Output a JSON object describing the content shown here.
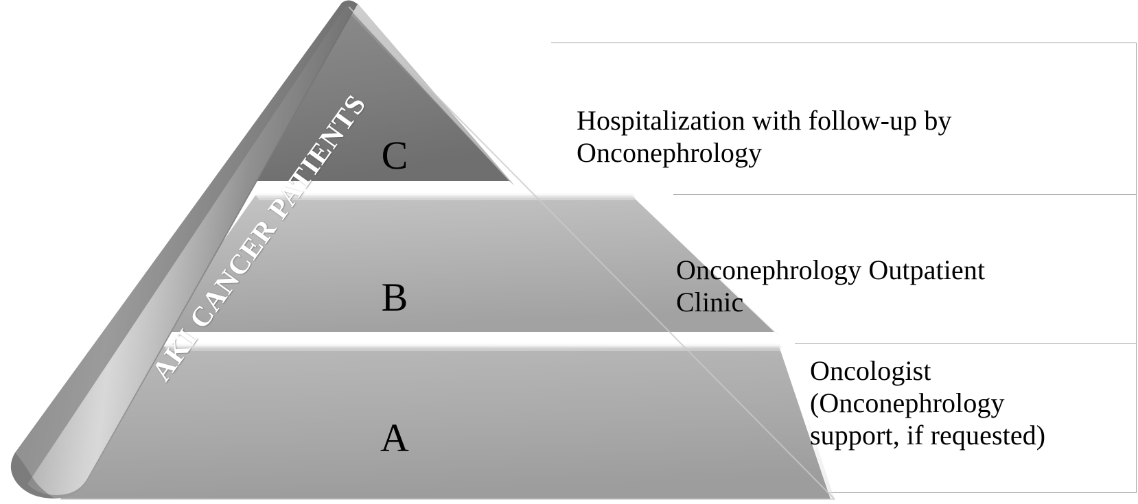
{
  "figure": {
    "title": "AKI Cancer Patients care-escalation pyramid",
    "background_color": "#ffffff"
  },
  "pyramid": {
    "side_label": "AKI CANCER PATIENTS",
    "side_label_color": "#ffffff",
    "tiers": [
      {
        "id": "C",
        "letter": "C",
        "position": "top",
        "fill_color": "#808080",
        "letter_color": "#000000"
      },
      {
        "id": "B",
        "letter": "B",
        "position": "middle",
        "fill_color": "#b3b3b3",
        "letter_color": "#000000"
      },
      {
        "id": "A",
        "letter": "A",
        "position": "base",
        "fill_color": "#a8a8a8",
        "letter_color": "#000000"
      }
    ]
  },
  "callouts": [
    {
      "tier": "C",
      "text": "Hospitalization with follow-up by\nOnconephrology",
      "border_color": "#a6a6a6"
    },
    {
      "tier": "B",
      "text": "Onconephrology Outpatient\nClinic",
      "border_color": "#a6a6a6"
    },
    {
      "tier": "A",
      "text": "Oncologist\n(Onconephrology\nsupport, if requested)",
      "border_color": "#a6a6a6"
    }
  ],
  "chart_data": {
    "type": "pyramid",
    "title": "AKI Cancer Patients",
    "orientation": "vertical",
    "levels": [
      {
        "level": "C",
        "rank": 3,
        "label": "Hospitalization with follow-up by Onconephrology"
      },
      {
        "level": "B",
        "rank": 2,
        "label": "Onconephrology Outpatient Clinic"
      },
      {
        "level": "A",
        "rank": 1,
        "label": "Oncologist (Onconephrology support, if requested)"
      }
    ],
    "axis_label": "AKI CANCER PATIENTS",
    "legend": "none",
    "grid": false
  }
}
